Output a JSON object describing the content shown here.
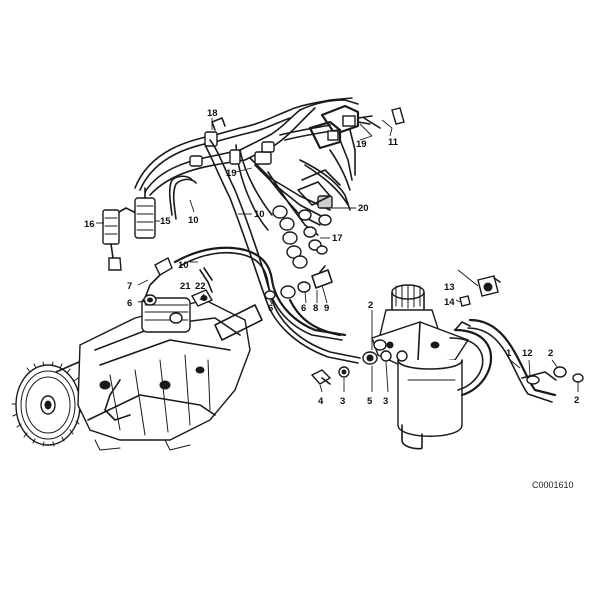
{
  "diagram_code": "C0001610",
  "callouts": [
    {
      "id": "c18",
      "text": "18"
    },
    {
      "id": "c19a",
      "text": "19"
    },
    {
      "id": "c19b",
      "text": "19"
    },
    {
      "id": "c11",
      "text": "11"
    },
    {
      "id": "c20",
      "text": "20"
    },
    {
      "id": "c17",
      "text": "17"
    },
    {
      "id": "c16",
      "text": "16"
    },
    {
      "id": "c15",
      "text": "15"
    },
    {
      "id": "c10a",
      "text": "10"
    },
    {
      "id": "c10b",
      "text": "10"
    },
    {
      "id": "c10c",
      "text": "10"
    },
    {
      "id": "c7",
      "text": "7"
    },
    {
      "id": "c6a",
      "text": "6"
    },
    {
      "id": "c21",
      "text": "21"
    },
    {
      "id": "c22",
      "text": "22"
    },
    {
      "id": "c6b",
      "text": "6"
    },
    {
      "id": "c6c",
      "text": "6"
    },
    {
      "id": "c8",
      "text": "8"
    },
    {
      "id": "c9",
      "text": "9"
    },
    {
      "id": "c2a",
      "text": "2"
    },
    {
      "id": "c13",
      "text": "13"
    },
    {
      "id": "c14",
      "text": "14"
    },
    {
      "id": "c1",
      "text": "1"
    },
    {
      "id": "c12",
      "text": "12"
    },
    {
      "id": "c2b",
      "text": "2"
    },
    {
      "id": "c2c",
      "text": "2"
    },
    {
      "id": "c4",
      "text": "4"
    },
    {
      "id": "c3a",
      "text": "3"
    },
    {
      "id": "c5",
      "text": "5"
    },
    {
      "id": "c3b",
      "text": "3"
    }
  ]
}
